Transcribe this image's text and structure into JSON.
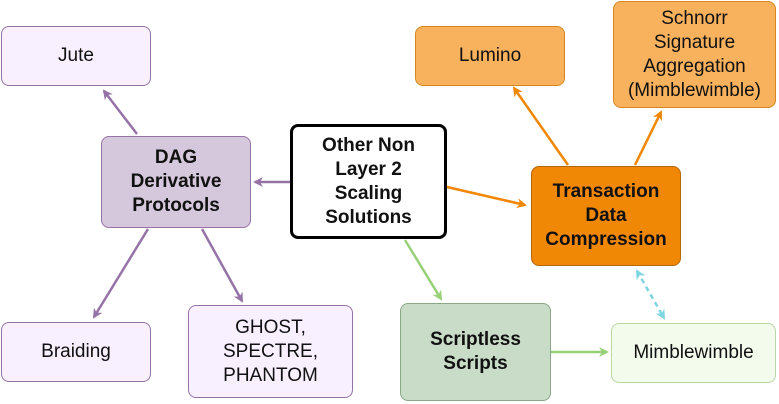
{
  "nodes": {
    "center": "Other Non\nLayer 2\nScaling\nSolutions",
    "dag": "DAG\nDerivative\nProtocols",
    "jute": "Jute",
    "braiding": "Braiding",
    "ghost": "GHOST,\nSPECTRE,\nPHANTOM",
    "tdc": "Transaction\nData\nCompression",
    "lumino": "Lumino",
    "schnorr": "Schnorr\nSignature\nAggregation\n(Mimblewimble)",
    "scriptless": "Scriptless\nScripts",
    "mimblewimble": "Mimblewimble"
  },
  "colors": {
    "purple_edge": "#9673a6",
    "orange_edge": "#f08705",
    "green_edge": "#97d077",
    "dashed_edge": "#7fd6e0",
    "dag_fill": "#d5c8dc",
    "light_purple_fill": "#f8f0ff",
    "tdc_fill": "#f08705",
    "orange_light_fill": "#f8b25e",
    "scriptless_fill": "#c9dcc8",
    "mimble_fill": "#f3fbec"
  }
}
